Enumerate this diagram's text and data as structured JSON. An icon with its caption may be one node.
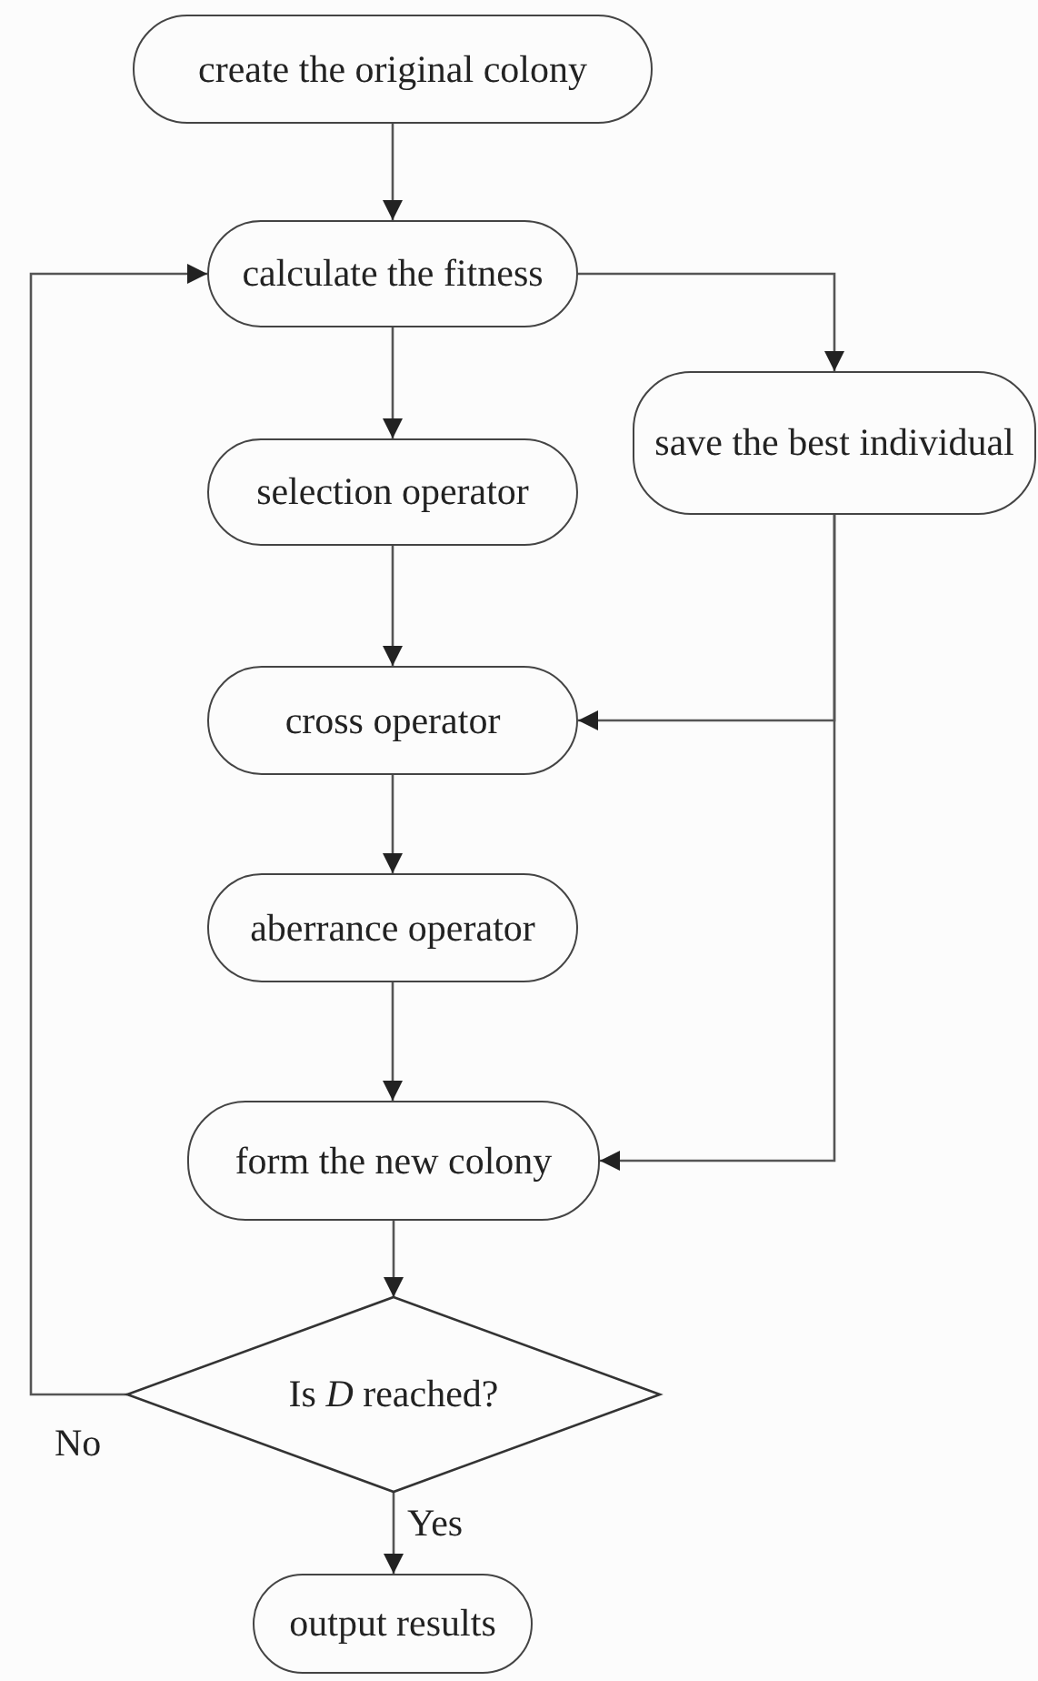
{
  "diagram": {
    "nodes": [
      {
        "text": [
          "create the original colony"
        ]
      },
      {
        "text": [
          "calculate the fitness"
        ]
      },
      {
        "text": [
          "save the best individual"
        ]
      },
      {
        "text": [
          "selection operator"
        ]
      },
      {
        "text": [
          "cross operator"
        ]
      },
      {
        "text": [
          "aberrance operator"
        ]
      },
      {
        "text": [
          "form the new colony"
        ]
      },
      {
        "text": [
          "Is *D* reached?"
        ]
      },
      {
        "text": [
          "output results"
        ]
      }
    ],
    "edges": [
      {
        "from": 0,
        "to": 1,
        "arrow": "to"
      },
      {
        "from": 1,
        "to": 3,
        "arrow": "to"
      },
      {
        "from": 1,
        "to": 2,
        "arrow": "to"
      },
      {
        "from": 3,
        "to": 4,
        "arrow": "to"
      },
      {
        "from": 2,
        "to": 4,
        "arrow": "to"
      },
      {
        "from": 4,
        "to": 5,
        "arrow": "to"
      },
      {
        "from": 5,
        "to": 6,
        "arrow": "to"
      },
      {
        "from": 2,
        "to": 6,
        "arrow": "to"
      },
      {
        "from": 6,
        "to": 7,
        "arrow": "to"
      },
      {
        "from": 7,
        "to": 1,
        "label": "No",
        "arrow": "to"
      },
      {
        "from": 7,
        "to": 8,
        "label": "Yes",
        "arrow": "to"
      }
    ]
  }
}
